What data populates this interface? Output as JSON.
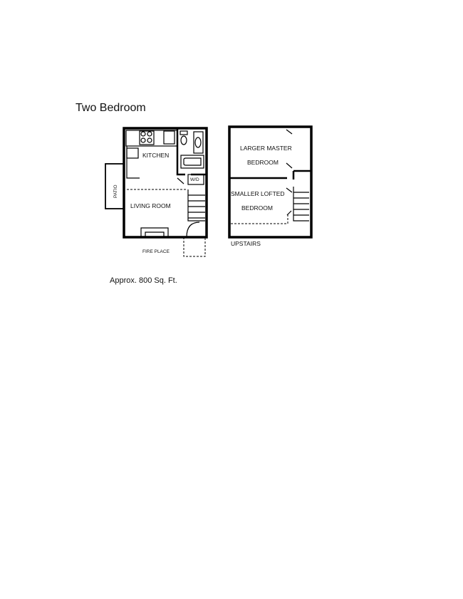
{
  "title": "Two Bedroom",
  "area": "Approx. 800 Sq. Ft.",
  "downstairs": {
    "kitchen": "KITCHEN",
    "living_room": "LIVING ROOM",
    "patio": "PATIO",
    "fireplace": "FIRE PLACE",
    "washer_dryer": "W/D"
  },
  "upstairs": {
    "label": "UPSTAIRS",
    "master_line1": "LARGER MASTER",
    "master_line2": "BEDROOM",
    "lofted_line1": "SMALLER LOFTED",
    "lofted_line2": "BEDROOM"
  }
}
